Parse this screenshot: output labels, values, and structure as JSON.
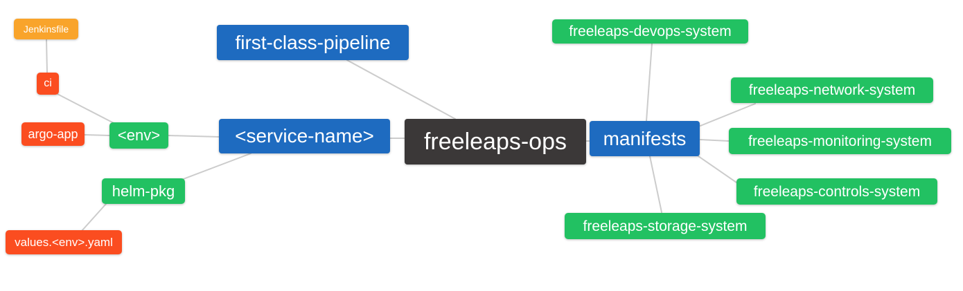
{
  "diagram": {
    "title": "freeleaps-ops mind map",
    "background_color": "#ffffff",
    "edge_color": "#cccccc",
    "text_color": "#ffffff",
    "palette": {
      "blue": "#1e6bc0",
      "green": "#22c162",
      "orange": "#f9a42b",
      "red": "#fb4d20",
      "dark": "#3b3838"
    },
    "root": "freeleaps-ops",
    "nodes": [
      {
        "id": "jenkinsfile",
        "label": "Jenkinsfile",
        "color": "orange"
      },
      {
        "id": "ci",
        "label": "ci",
        "color": "red"
      },
      {
        "id": "argo-app",
        "label": "argo-app",
        "color": "red"
      },
      {
        "id": "env",
        "label": "<env>",
        "color": "green"
      },
      {
        "id": "helm-pkg",
        "label": "helm-pkg",
        "color": "green"
      },
      {
        "id": "values-env-yaml",
        "label": "values.<env>.yaml",
        "color": "red"
      },
      {
        "id": "first-class-pipeline",
        "label": "first-class-pipeline",
        "color": "blue"
      },
      {
        "id": "service-name",
        "label": "<service-name>",
        "color": "blue"
      },
      {
        "id": "freeleaps-ops",
        "label": "freeleaps-ops",
        "color": "dark"
      },
      {
        "id": "manifests",
        "label": "manifests",
        "color": "blue"
      },
      {
        "id": "freeleaps-devops-system",
        "label": "freeleaps-devops-system",
        "color": "green"
      },
      {
        "id": "freeleaps-network-system",
        "label": "freeleaps-network-system",
        "color": "green"
      },
      {
        "id": "freeleaps-monitoring-system",
        "label": "freeleaps-monitoring-system",
        "color": "green"
      },
      {
        "id": "freeleaps-controls-system",
        "label": "freeleaps-controls-system",
        "color": "green"
      },
      {
        "id": "freeleaps-storage-system",
        "label": "freeleaps-storage-system",
        "color": "green"
      }
    ],
    "edges": [
      {
        "from": "jenkinsfile",
        "to": "ci"
      },
      {
        "from": "ci",
        "to": "env"
      },
      {
        "from": "argo-app",
        "to": "env"
      },
      {
        "from": "env",
        "to": "service-name"
      },
      {
        "from": "helm-pkg",
        "to": "service-name"
      },
      {
        "from": "values-env-yaml",
        "to": "helm-pkg"
      },
      {
        "from": "first-class-pipeline",
        "to": "freeleaps-ops"
      },
      {
        "from": "service-name",
        "to": "freeleaps-ops"
      },
      {
        "from": "freeleaps-ops",
        "to": "manifests"
      },
      {
        "from": "manifests",
        "to": "freeleaps-devops-system"
      },
      {
        "from": "manifests",
        "to": "freeleaps-network-system"
      },
      {
        "from": "manifests",
        "to": "freeleaps-monitoring-system"
      },
      {
        "from": "manifests",
        "to": "freeleaps-controls-system"
      },
      {
        "from": "manifests",
        "to": "freeleaps-storage-system"
      }
    ]
  }
}
